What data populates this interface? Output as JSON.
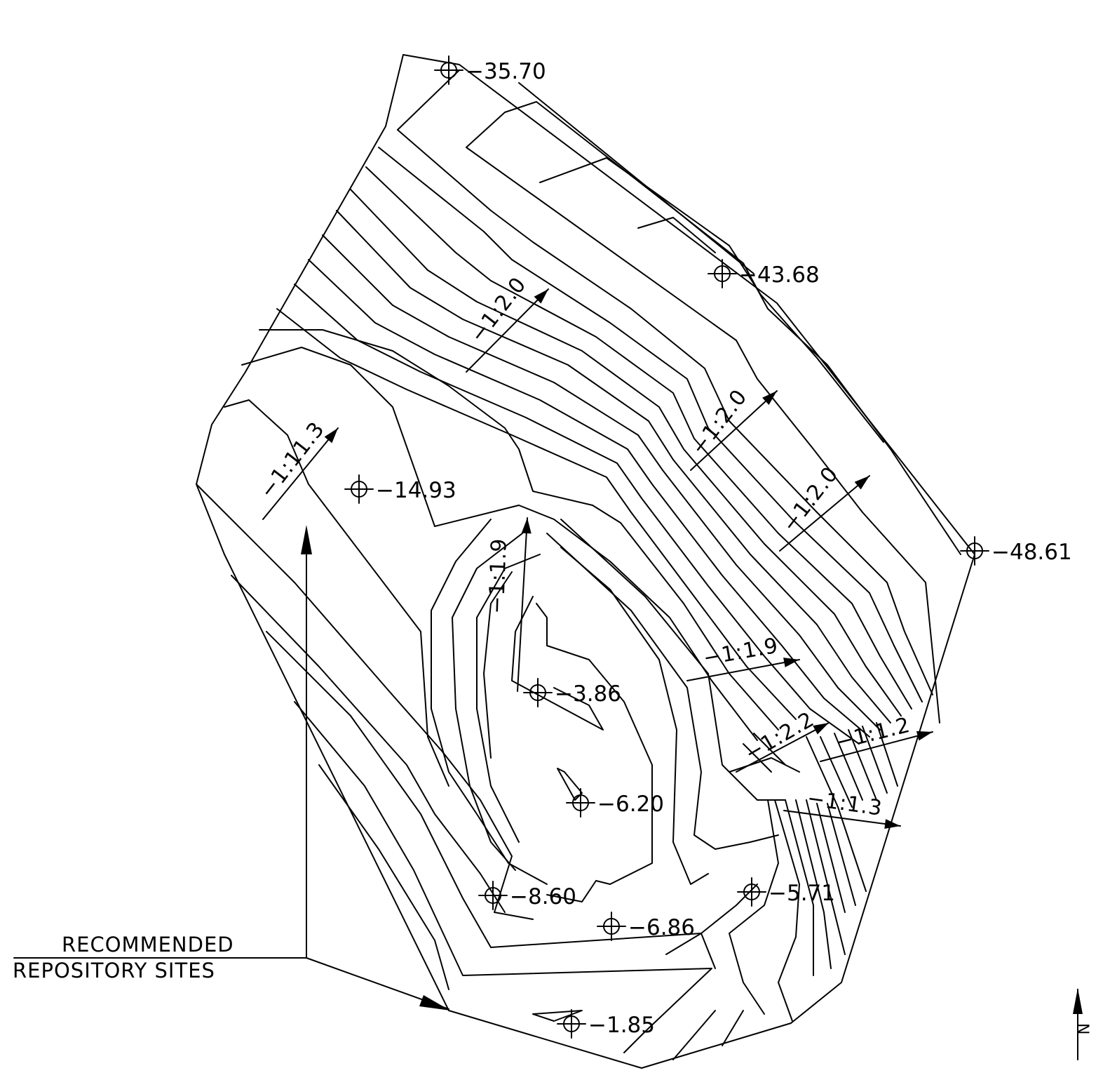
{
  "points": [
    {
      "label": "−35.70"
    },
    {
      "label": "−43.68"
    },
    {
      "label": "−14.93"
    },
    {
      "label": "−48.61"
    },
    {
      "label": "−3.86"
    },
    {
      "label": "−6.20"
    },
    {
      "label": "−8.60"
    },
    {
      "label": "−6.86"
    },
    {
      "label": "−5.71"
    },
    {
      "label": "−1.85"
    }
  ],
  "slopes": [
    {
      "label": "−1:2.0"
    },
    {
      "label": "−1:2.0"
    },
    {
      "label": "−1:2.0"
    },
    {
      "label": "−1:11.3"
    },
    {
      "label": "−1:1.9"
    },
    {
      "label": "−1:1.9"
    },
    {
      "label": "−1:2.2"
    },
    {
      "label": "−1:1.2"
    },
    {
      "label": "−1:1.3"
    }
  ],
  "legend": {
    "line1": "RECOMMENDED",
    "line2": "REPOSITORY SITES"
  },
  "north_label": "N",
  "colors": {
    "line": "#000000",
    "background": "#ffffff"
  }
}
